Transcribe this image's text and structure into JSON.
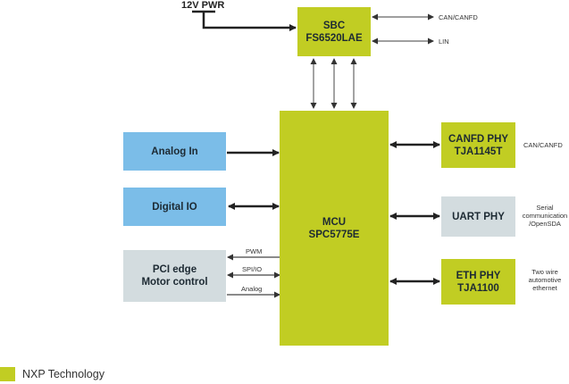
{
  "power": {
    "label": "12V PWR"
  },
  "blocks": {
    "sbc": {
      "line1": "SBC",
      "line2": "FS6520LAE"
    },
    "mcu": {
      "line1": "MCU",
      "line2": "SPC5775E"
    },
    "analog_in": {
      "label": "Analog In"
    },
    "digital_io": {
      "label": "Digital IO"
    },
    "pci_edge": {
      "line1": "PCI edge",
      "line2": "Motor control"
    },
    "canfd_phy": {
      "line1": "CANFD PHY",
      "line2": "TJA1145T"
    },
    "uart_phy": {
      "label": "UART PHY"
    },
    "eth_phy": {
      "line1": "ETH PHY",
      "line2": "TJA1100"
    }
  },
  "signals": {
    "sbc_can": "CAN/CANFD",
    "sbc_lin": "LIN",
    "pwm": "PWM",
    "spi_io": "SPI/IO",
    "analog": "Analog",
    "canfd_out": "CAN/CANFD",
    "uart_out": [
      "Serial",
      "communication",
      "/OpenSDA"
    ],
    "eth_out": [
      "Two wire",
      "automotive",
      "ethernet"
    ]
  },
  "legend": {
    "label": "NXP Technology",
    "color": "#c1cd23"
  },
  "colors": {
    "nxp_green": "#c1cd23",
    "interface_blue": "#7bbde8",
    "other_grey": "#d3dcdf"
  }
}
